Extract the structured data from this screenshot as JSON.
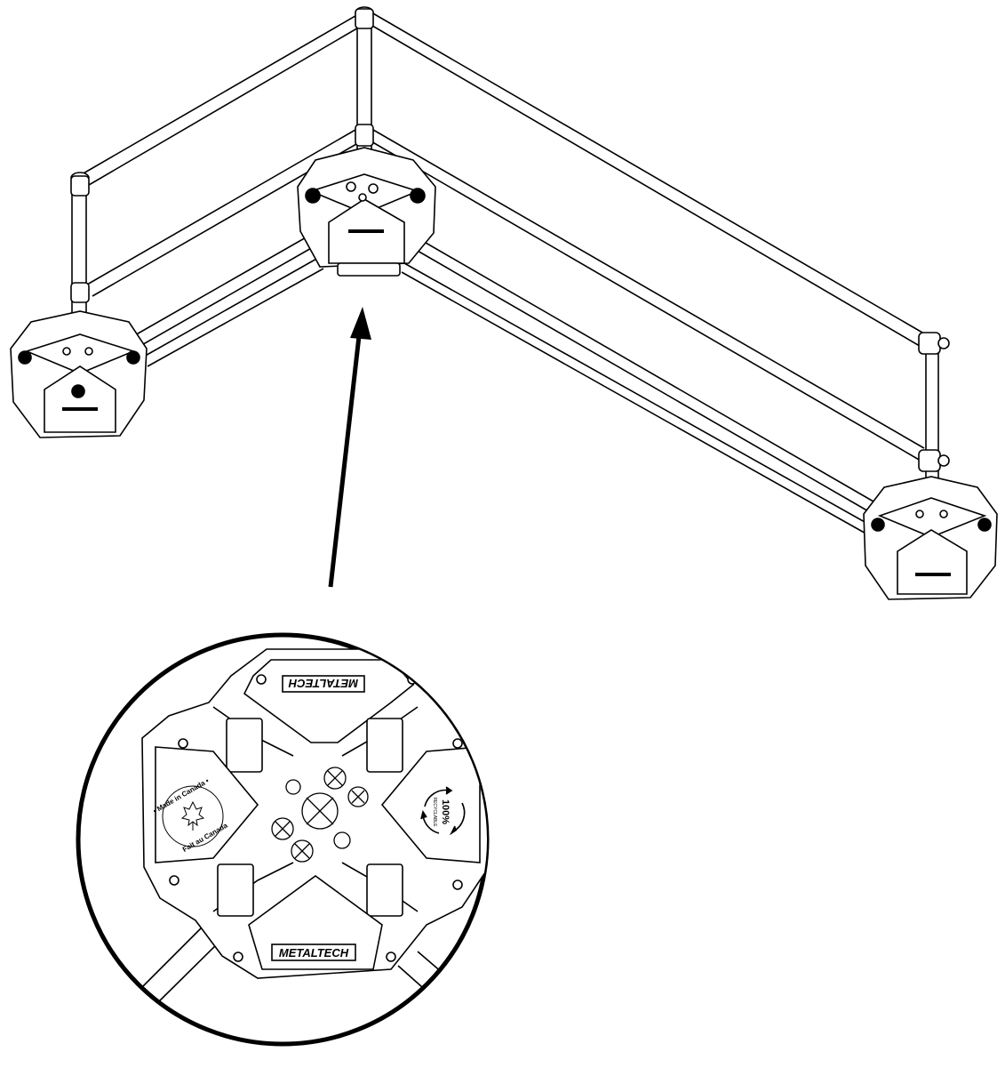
{
  "diagram": {
    "colors": {
      "line": "#000000",
      "fill": "#ffffff",
      "shade": "#000000"
    },
    "logo_text": "METALTECH",
    "seal_text_outer": "• Made in Canada •",
    "seal_text_inner": "Fait au Canada",
    "recycle_text": "100%",
    "recycle_sub": "RECYCLABLE",
    "icons": [
      "maple-leaf-icon",
      "recycle-icon",
      "arrow-icon"
    ]
  }
}
